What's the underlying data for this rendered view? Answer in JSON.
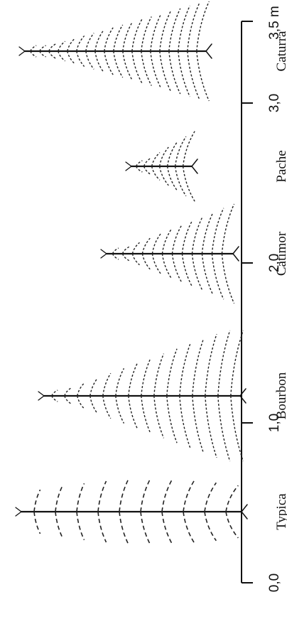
{
  "figure": {
    "scale": {
      "unit_label": "3,5 m",
      "ticks": [
        {
          "value": 0.0,
          "label": "0,0"
        },
        {
          "value": 1.0,
          "label": "1,0"
        },
        {
          "value": 2.0,
          "label": "2,0"
        },
        {
          "value": 3.0,
          "label": "3,0"
        }
      ],
      "max": 3.5
    },
    "trees": [
      {
        "name": "Typica"
      },
      {
        "name": "Bourbon"
      },
      {
        "name": "Catimor"
      },
      {
        "name": "Pache"
      },
      {
        "name": "Caturra"
      }
    ]
  }
}
